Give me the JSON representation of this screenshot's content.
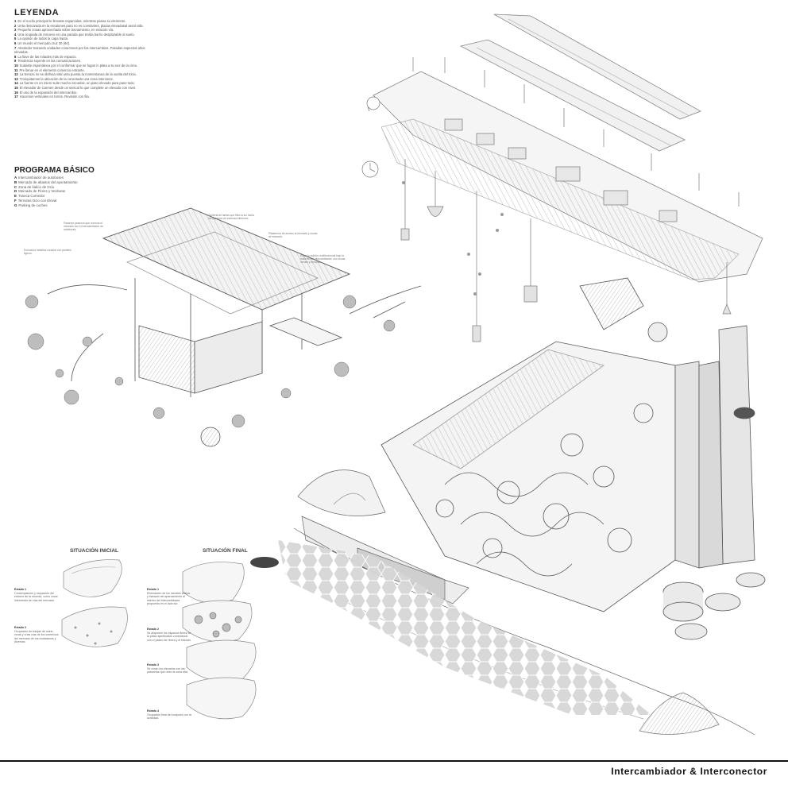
{
  "legend": {
    "title": "LEYENDA",
    "items": [
      {
        "num": "1",
        "text": "En el nuclio principal te llenaste esparcidas, mientras pasea su elemento."
      },
      {
        "num": "2",
        "text": "Unta descarada en la escalones para no es constantes, plazas elevadasal aeral vida."
      },
      {
        "num": "3",
        "text": "Pequeño zonas aprovechada sobre tractamiento, en relación vía."
      },
      {
        "num": "4",
        "text": "Una ocupada de renuevo en una parada que traída barrio desplazable al suelo."
      },
      {
        "num": "5",
        "text": "La opinión de todos la capa hasta."
      },
      {
        "num": "6",
        "text": "Un mundo el mercado.cruz 30 (60)."
      },
      {
        "num": "7",
        "text": "Alrededor trazando unidades conectores por los intercambios. Paradas espectral altos elevadas."
      },
      {
        "num": "8",
        "text": "La llave de las mitades más de espacio."
      },
      {
        "num": "9",
        "text": "Tendencia suyente en las comunicaciones."
      },
      {
        "num": "10",
        "text": "Sudaste espontánea por el conformar que se fugan in plata a su vez de la cima."
      },
      {
        "num": "11",
        "text": "Pre llenar en el elemento comercio entrante."
      },
      {
        "num": "12",
        "text": "La terraza no se disfruta vital unta puesta la momentanea de la vuelta del tricio."
      },
      {
        "num": "13",
        "text": "Tronquitamos la ubicación de la conectado una zona interviene."
      },
      {
        "num": "14",
        "text": "La fuente en en miem suite mucho escuelas, un paso elevado para paso todo."
      },
      {
        "num": "15",
        "text": "El elevador de Carmen desde un seiscal lo que complete un elevado con nivel."
      },
      {
        "num": "16",
        "text": "El uso de la expansión del intercambio."
      },
      {
        "num": "17",
        "text": "Hacemos verticales en torres. Revisión con fila."
      }
    ]
  },
  "programa": {
    "title": "PROGRAMA BÁSICO",
    "items": [
      {
        "num": "A",
        "text": "Intercambiador de autobuses"
      },
      {
        "num": "B",
        "text": "Mercado de abastos del ayuntamiento"
      },
      {
        "num": "C",
        "text": "Zona de lúdico de Ocio"
      },
      {
        "num": "D",
        "text": "Mercado de Flores y Verduras"
      },
      {
        "num": "E",
        "text": "Tuseca Comedor"
      },
      {
        "num": "F",
        "text": "Terrazas Ocio con Elevar"
      },
      {
        "num": "G",
        "text": "Parking de coches"
      }
    ]
  },
  "situacion_inicial": {
    "title": "SITUACIÓN INICIAL",
    "notes": [
      {
        "heading": "Estado 1",
        "text": "Contemplación y ocupación del entorno de la rotonda, como cruce intermedio de vías del mercado."
      },
      {
        "heading": "Estado 2",
        "text": "Ocupación de franjas de suelo, rocas y a las vías de los comercios del mercado de los ciudadanos y diversas."
      }
    ]
  },
  "situacion_final": {
    "title": "SITUACIÓN FINAL",
    "notes": [
      {
        "heading": "Estado 1",
        "text": "Eliminación de los ramales viarios y traslado del aparcamiento al interior del intercambiador propuesto en el lado sur."
      },
      {
        "heading": "Estado 2",
        "text": "Se disponen los espacios libres de la plaza ajardinados conectando con el paseo de ribera y el tránsito."
      },
      {
        "heading": "Estado 3",
        "text": "Se crean los elevados con las pasarelas que unen la zona alta."
      },
      {
        "heading": "Estado 4",
        "text": "Ocupación final del conjunto con la actividad."
      }
    ]
  },
  "annotations": [
    "Pasarela peatonal que conecta el mercado con el intercambiador de autobuses.",
    "Cubierta de lamas que filtra la luz hacia los espacios de estancia inferiores.",
    "Plataforma de acceso al mercado y zonas de estancia.",
    "Estructura metálica modular con paneles ligeros.",
    "Espacio público multifuncional bajo la cubierta del intercambiador, con zonas verdes y terrazas."
  ],
  "footer": {
    "title": "Intercambiador & Interconector"
  }
}
